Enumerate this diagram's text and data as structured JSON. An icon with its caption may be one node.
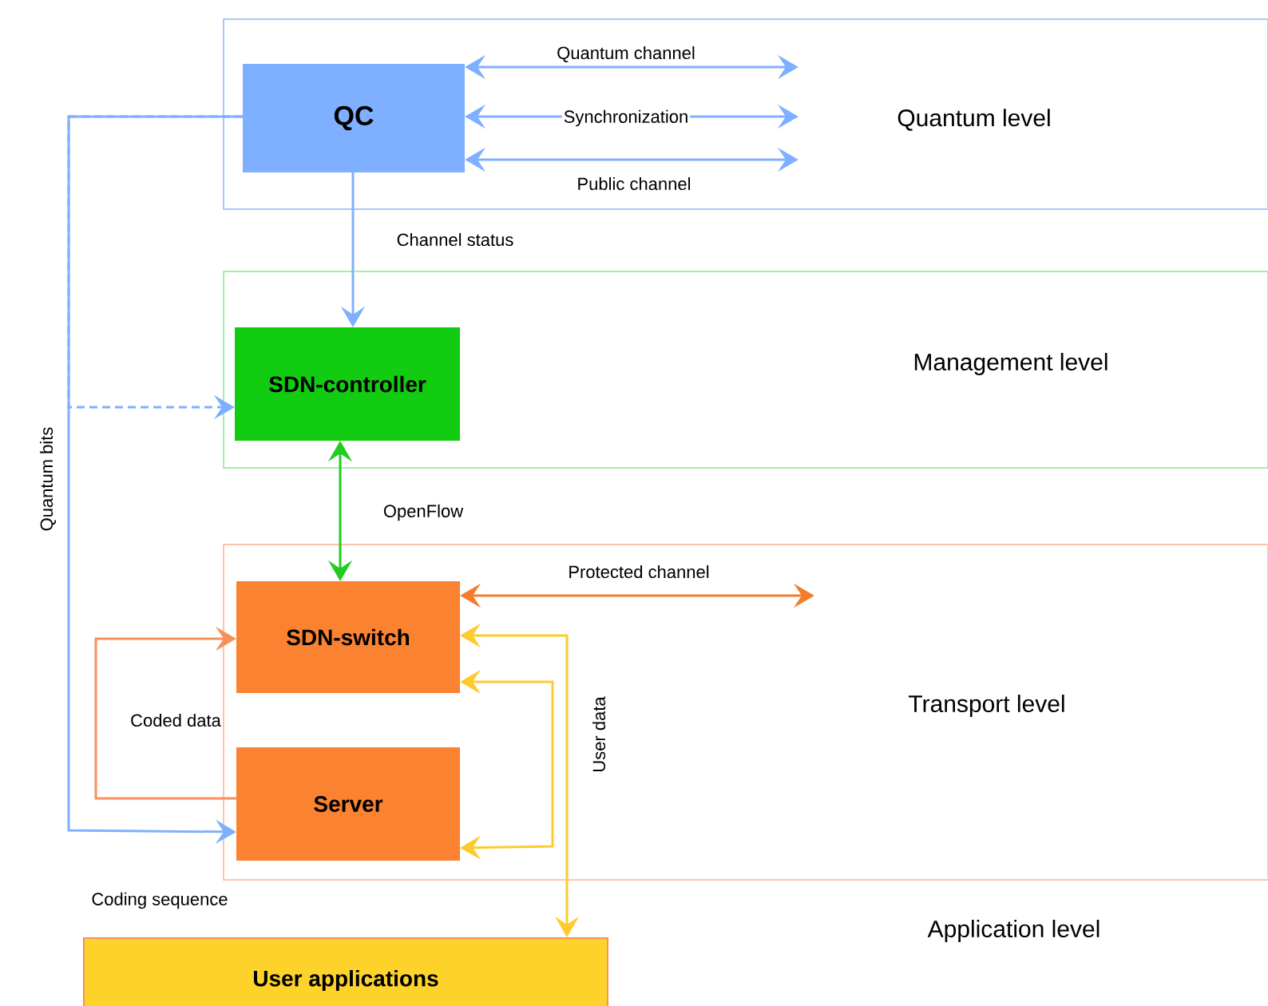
{
  "diagram": {
    "nodes": [
      {
        "text": [
          "Quantum level"
        ]
      },
      {
        "text": [
          "QC"
        ],
        "in": 0
      },
      {
        "text": [
          "Management level"
        ]
      },
      {
        "text": [
          "SDN-controller"
        ],
        "in": 2
      },
      {
        "text": [
          "Transport level"
        ]
      },
      {
        "text": [
          "SDN-switch"
        ],
        "in": 4
      },
      {
        "text": [
          "Server"
        ],
        "in": 4
      },
      {
        "text": [
          "User applications"
        ]
      }
    ],
    "edges": [
      {
        "from": 1,
        "to": null,
        "arrow": "both",
        "label": "Quantum channel"
      },
      {
        "from": 1,
        "to": null,
        "arrow": "both",
        "label": "Synchronization"
      },
      {
        "from": 1,
        "to": null,
        "arrow": "both",
        "label": "Public channel"
      },
      {
        "from": 1,
        "to": 3,
        "arrow": "to",
        "label": "Channel status"
      },
      {
        "from": 1,
        "to": 6,
        "arrow": "to",
        "label": "Quantum bits"
      },
      {
        "from": 1,
        "to": 3,
        "arrow": "to",
        "style": "dashed"
      },
      {
        "from": 3,
        "to": 5,
        "arrow": "both",
        "label": "OpenFlow",
        "color": "#22cc22"
      },
      {
        "from": 5,
        "to": null,
        "arrow": "both",
        "label": "Protected channel",
        "color": "#f47c2c"
      },
      {
        "from": 6,
        "to": 5,
        "arrow": "to",
        "label": "Coded data",
        "color": "#f7905a"
      },
      {
        "from": 5,
        "to": 7,
        "arrow": "both",
        "label": "User data",
        "color": "#fccb2c"
      },
      {
        "from": 5,
        "to": 6,
        "arrow": "both",
        "color": "#fccb2c"
      }
    ],
    "labels": [
      "Coding sequence",
      "Application  level"
    ]
  }
}
